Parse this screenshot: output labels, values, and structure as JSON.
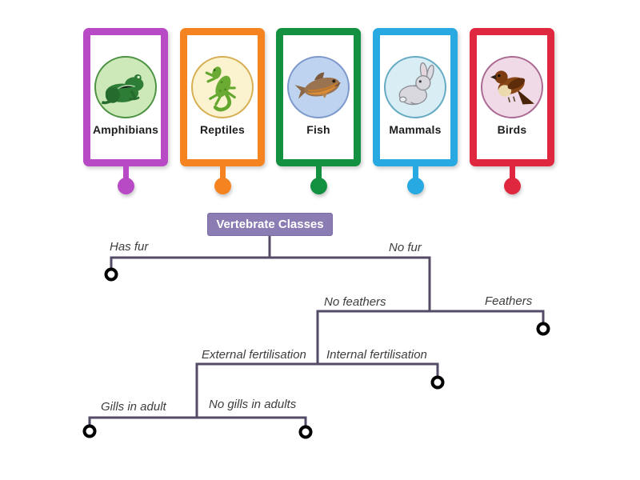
{
  "cards": [
    {
      "label": "Amphibians",
      "animal_icon": "frog-icon",
      "frame_color": "#b94ac6",
      "circle_bg": "#cde9ba",
      "circle_border": "#4d9343"
    },
    {
      "label": "Reptiles",
      "animal_icon": "lizard-icon",
      "frame_color": "#f5831f",
      "circle_bg": "#fbf3cf",
      "circle_border": "#d7ae52"
    },
    {
      "label": "Fish",
      "animal_icon": "fish-icon",
      "frame_color": "#149140",
      "circle_bg": "#bed3ef",
      "circle_border": "#7d99cc"
    },
    {
      "label": "Mammals",
      "animal_icon": "rabbit-icon",
      "frame_color": "#29a9e1",
      "circle_bg": "#d9edf5",
      "circle_border": "#64aac2"
    },
    {
      "label": "Birds",
      "animal_icon": "bird-icon",
      "frame_color": "#df2840",
      "circle_bg": "#f1dae8",
      "circle_border": "#aa6a92"
    }
  ],
  "tree": {
    "root_label": "Vertebrate Classes",
    "root_bg_color": "#8b7cb3",
    "line_color": "#554b66",
    "label_color": "#3d3d3d",
    "branch_labels": {
      "has_fur": "Has fur",
      "no_fur": "No fur",
      "no_feathers": "No feathers",
      "feathers": "Feathers",
      "external_fertilisation": "External fertilisation",
      "internal_fertilisation": "Internal fertilisation",
      "gills_in_adult": "Gills in adult",
      "no_gills_in_adults": "No gills in adults"
    }
  }
}
